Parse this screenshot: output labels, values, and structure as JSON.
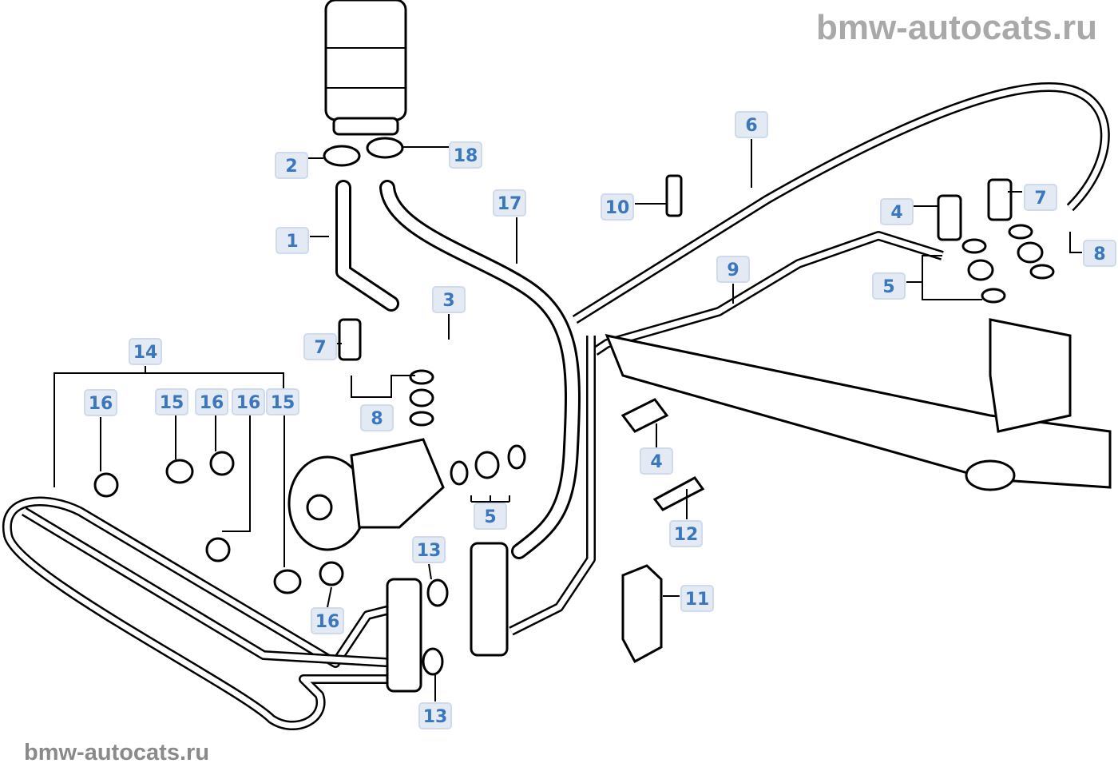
{
  "watermark_top": "bmw-autocats.ru",
  "watermark_bottom": "bmw-autocats.ru",
  "labels": [
    "2",
    "18",
    "1",
    "17",
    "10",
    "6",
    "9",
    "4",
    "7",
    "8",
    "5",
    "3",
    "7",
    "14",
    "16",
    "15",
    "16",
    "16",
    "15",
    "8",
    "4",
    "5",
    "12",
    "13",
    "11",
    "16",
    "13"
  ],
  "colors": {
    "label_text": "#3a77bd",
    "label_bg": "#e4eaf3",
    "label_border": "#cfdaea",
    "watermark": "#a9a9a9"
  }
}
